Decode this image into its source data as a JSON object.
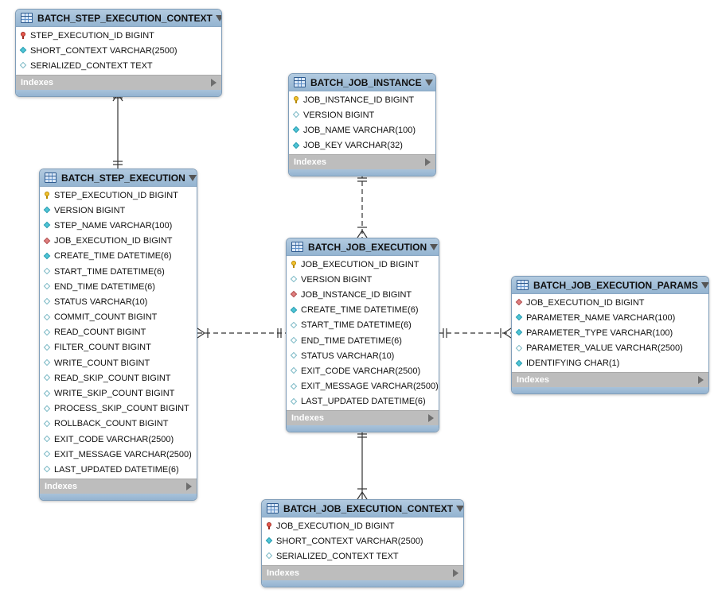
{
  "indexes_label": "Indexes",
  "tables": [
    {
      "id": "t0",
      "name": "BATCH_STEP_EXECUTION_CONTEXT",
      "columns": [
        {
          "label": "STEP_EXECUTION_ID BIGINT",
          "icon": "pk-fk-key-icon"
        },
        {
          "label": "SHORT_CONTEXT VARCHAR(2500)",
          "icon": "not-null-diamond-icon"
        },
        {
          "label": "SERIALIZED_CONTEXT TEXT",
          "icon": "nullable-diamond-icon"
        }
      ]
    },
    {
      "id": "t1",
      "name": "BATCH_JOB_INSTANCE",
      "columns": [
        {
          "label": "JOB_INSTANCE_ID BIGINT",
          "icon": "primary-key-icon"
        },
        {
          "label": "VERSION BIGINT",
          "icon": "nullable-diamond-icon"
        },
        {
          "label": "JOB_NAME VARCHAR(100)",
          "icon": "not-null-diamond-icon"
        },
        {
          "label": "JOB_KEY VARCHAR(32)",
          "icon": "not-null-diamond-icon"
        }
      ]
    },
    {
      "id": "t2",
      "name": "BATCH_STEP_EXECUTION",
      "columns": [
        {
          "label": "STEP_EXECUTION_ID BIGINT",
          "icon": "primary-key-icon"
        },
        {
          "label": "VERSION BIGINT",
          "icon": "not-null-diamond-icon"
        },
        {
          "label": "STEP_NAME VARCHAR(100)",
          "icon": "not-null-diamond-icon"
        },
        {
          "label": "JOB_EXECUTION_ID BIGINT",
          "icon": "foreign-key-diamond-icon"
        },
        {
          "label": "CREATE_TIME DATETIME(6)",
          "icon": "not-null-diamond-icon"
        },
        {
          "label": "START_TIME DATETIME(6)",
          "icon": "nullable-diamond-icon"
        },
        {
          "label": "END_TIME DATETIME(6)",
          "icon": "nullable-diamond-icon"
        },
        {
          "label": "STATUS VARCHAR(10)",
          "icon": "nullable-diamond-icon"
        },
        {
          "label": "COMMIT_COUNT BIGINT",
          "icon": "nullable-diamond-icon"
        },
        {
          "label": "READ_COUNT BIGINT",
          "icon": "nullable-diamond-icon"
        },
        {
          "label": "FILTER_COUNT BIGINT",
          "icon": "nullable-diamond-icon"
        },
        {
          "label": "WRITE_COUNT BIGINT",
          "icon": "nullable-diamond-icon"
        },
        {
          "label": "READ_SKIP_COUNT BIGINT",
          "icon": "nullable-diamond-icon"
        },
        {
          "label": "WRITE_SKIP_COUNT BIGINT",
          "icon": "nullable-diamond-icon"
        },
        {
          "label": "PROCESS_SKIP_COUNT BIGINT",
          "icon": "nullable-diamond-icon"
        },
        {
          "label": "ROLLBACK_COUNT BIGINT",
          "icon": "nullable-diamond-icon"
        },
        {
          "label": "EXIT_CODE VARCHAR(2500)",
          "icon": "nullable-diamond-icon"
        },
        {
          "label": "EXIT_MESSAGE VARCHAR(2500)",
          "icon": "nullable-diamond-icon"
        },
        {
          "label": "LAST_UPDATED DATETIME(6)",
          "icon": "nullable-diamond-icon"
        }
      ]
    },
    {
      "id": "t3",
      "name": "BATCH_JOB_EXECUTION",
      "columns": [
        {
          "label": "JOB_EXECUTION_ID BIGINT",
          "icon": "primary-key-icon"
        },
        {
          "label": "VERSION BIGINT",
          "icon": "nullable-diamond-icon"
        },
        {
          "label": "JOB_INSTANCE_ID BIGINT",
          "icon": "foreign-key-diamond-icon"
        },
        {
          "label": "CREATE_TIME DATETIME(6)",
          "icon": "not-null-diamond-icon"
        },
        {
          "label": "START_TIME DATETIME(6)",
          "icon": "nullable-diamond-icon"
        },
        {
          "label": "END_TIME DATETIME(6)",
          "icon": "nullable-diamond-icon"
        },
        {
          "label": "STATUS VARCHAR(10)",
          "icon": "nullable-diamond-icon"
        },
        {
          "label": "EXIT_CODE VARCHAR(2500)",
          "icon": "nullable-diamond-icon"
        },
        {
          "label": "EXIT_MESSAGE VARCHAR(2500)",
          "icon": "nullable-diamond-icon"
        },
        {
          "label": "LAST_UPDATED DATETIME(6)",
          "icon": "nullable-diamond-icon"
        }
      ]
    },
    {
      "id": "t4",
      "name": "BATCH_JOB_EXECUTION_PARAMS",
      "columns": [
        {
          "label": "JOB_EXECUTION_ID BIGINT",
          "icon": "foreign-key-diamond-icon"
        },
        {
          "label": "PARAMETER_NAME VARCHAR(100)",
          "icon": "not-null-diamond-icon"
        },
        {
          "label": "PARAMETER_TYPE VARCHAR(100)",
          "icon": "not-null-diamond-icon"
        },
        {
          "label": "PARAMETER_VALUE VARCHAR(2500)",
          "icon": "nullable-diamond-icon"
        },
        {
          "label": "IDENTIFYING CHAR(1)",
          "icon": "not-null-diamond-icon"
        }
      ]
    },
    {
      "id": "t5",
      "name": "BATCH_JOB_EXECUTION_CONTEXT",
      "columns": [
        {
          "label": "JOB_EXECUTION_ID BIGINT",
          "icon": "pk-fk-key-icon"
        },
        {
          "label": "SHORT_CONTEXT VARCHAR(2500)",
          "icon": "not-null-diamond-icon"
        },
        {
          "label": "SERIALIZED_CONTEXT TEXT",
          "icon": "nullable-diamond-icon"
        }
      ]
    }
  ]
}
